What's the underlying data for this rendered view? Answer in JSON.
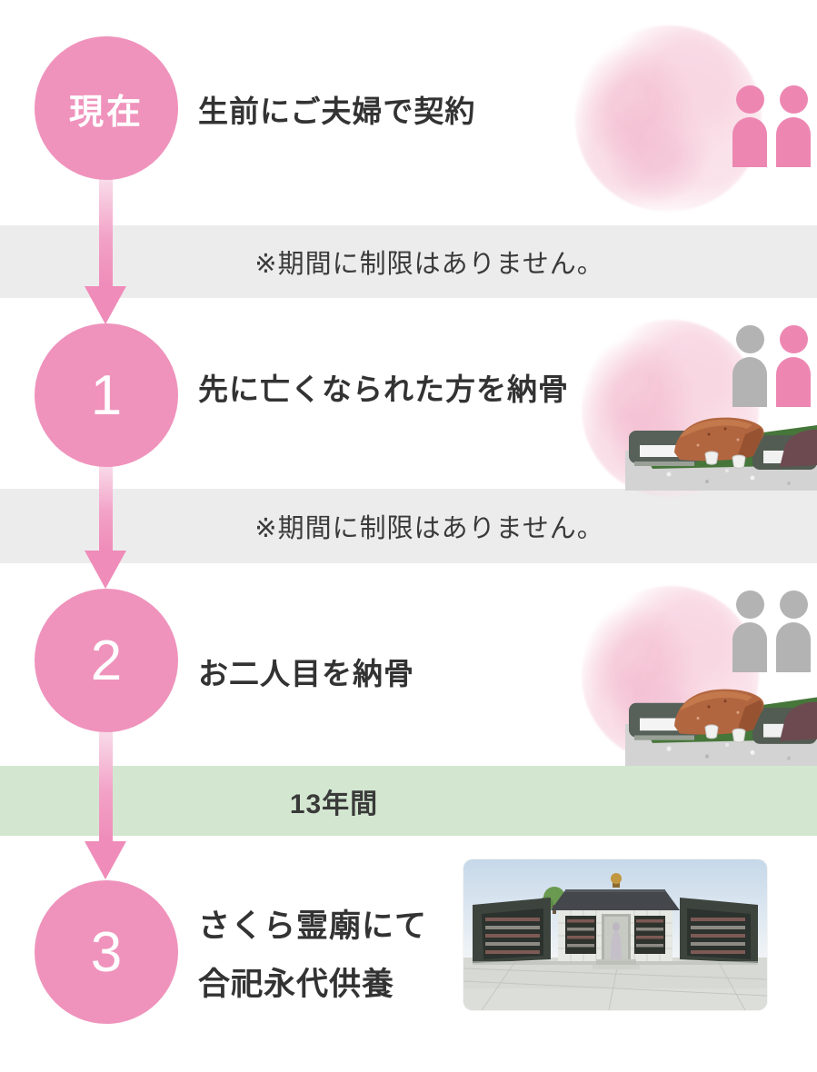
{
  "palette": {
    "circle_pink": "#ef93bc",
    "arrow_pink": "#ef8cb9",
    "person_pink": "#ed87b2",
    "person_gray": "#b3b3b3",
    "band_gray": "#ececec",
    "band_green": "#d3e7d0",
    "text_dark": "#333333",
    "badge_text": "#ffffff"
  },
  "steps": [
    {
      "badge": "現在",
      "title": "生前にご夫婦で契約",
      "persons": [
        "pink",
        "pink"
      ]
    },
    {
      "badge": "1",
      "title": "先に亡くなられた方を納骨",
      "persons": [
        "gray",
        "pink"
      ]
    },
    {
      "badge": "2",
      "title": "お二人目を納骨",
      "persons": [
        "gray",
        "gray"
      ]
    },
    {
      "badge": "3",
      "title_line1": "さくら霊廟にて",
      "title_line2": "合祀永代供養"
    }
  ],
  "bands": [
    {
      "text": "※期間に制限はありません。"
    },
    {
      "text": "※期間に制限はありません。"
    },
    {
      "text": "13年間"
    }
  ],
  "decor": {
    "blossom_image": "cherry-blossom-photo",
    "grave_image": "couple-grave-3d-render",
    "mausoleum_image": "sakura-mausoleum-3d-render",
    "person_icon": "person-icon",
    "arrow_icon": "down-arrow"
  }
}
